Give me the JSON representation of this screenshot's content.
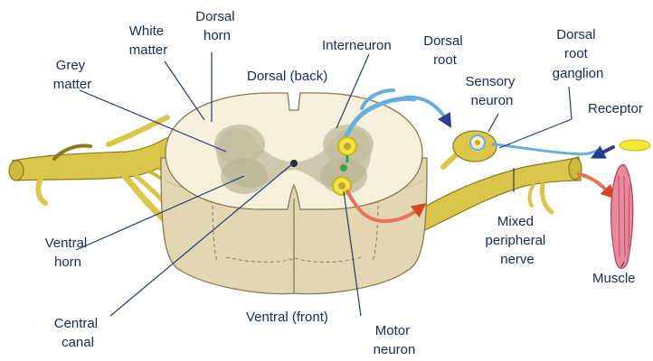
{
  "labels": {
    "white_matter": [
      "White",
      "matter"
    ],
    "dorsal_horn": [
      "Dorsal",
      "horn"
    ],
    "grey_matter": [
      "Grey",
      "matter"
    ],
    "dorsal_back": "Dorsal (back)",
    "interneuron": "Interneuron",
    "dorsal_root": [
      "Dorsal",
      "root"
    ],
    "dorsal_root_ganglion": [
      "Dorsal",
      "root",
      "ganglion"
    ],
    "sensory_neuron": [
      "Sensory",
      "neuron"
    ],
    "receptor": "Receptor",
    "ventral_horn": [
      "Ventral",
      "horn"
    ],
    "mixed_peripheral_nerve": [
      "Mixed",
      "peripheral",
      "nerve"
    ],
    "muscle": "Muscle",
    "central_canal": [
      "Central",
      "canal"
    ],
    "ventral_front": "Ventral (front)",
    "motor_neuron": [
      "Motor",
      "neuron"
    ]
  },
  "colors": {
    "nerve_yellow": "#d9c64a",
    "nerve_outline": "#8a7a1a",
    "white_matter": "#f7f1dc",
    "grey_matter": "#c9c4a8",
    "cord_side": "#e2d7b0",
    "sensory_path": "#6aaee0",
    "motor_path": "#e8735a",
    "muscle": "#e88a9a",
    "label_text": "#1a2a55",
    "leader_line": "#2a3a70"
  }
}
